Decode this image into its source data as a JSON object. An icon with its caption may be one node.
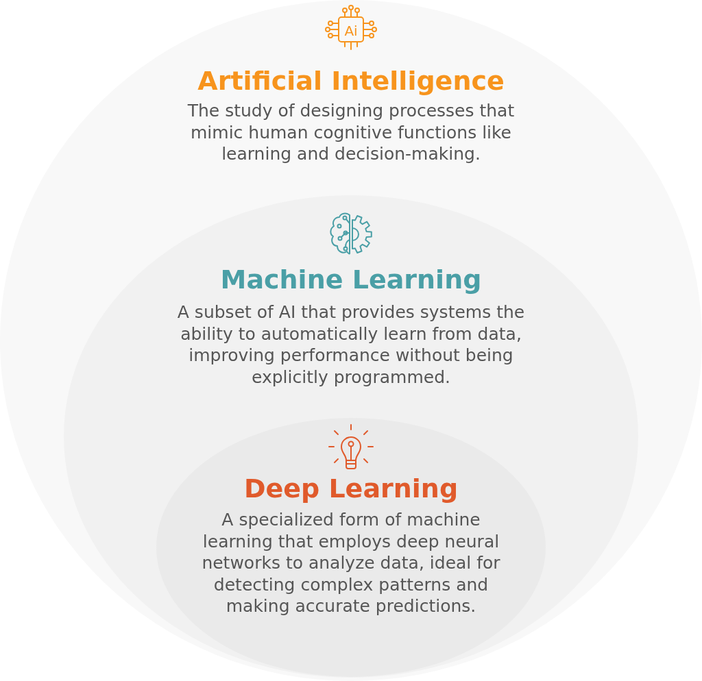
{
  "diagram": {
    "nodes": [
      {
        "text": [
          "Artificial Intelligence",
          "The study of designing processes that mimic human cognitive functions like learning and decision-making."
        ]
      },
      {
        "text": [
          "Machine Learning",
          "A subset of AI that provides systems the ability to automatically learn from data, improving performance without being explicitly programmed."
        ],
        "in": 0
      },
      {
        "text": [
          "Deep Learning",
          "A specialized form of machine learning that employs deep neural networks to analyze data, ideal for detecting complex patterns and making accurate predictions."
        ],
        "in": 1
      }
    ],
    "labels": [
      "Ai"
    ]
  }
}
